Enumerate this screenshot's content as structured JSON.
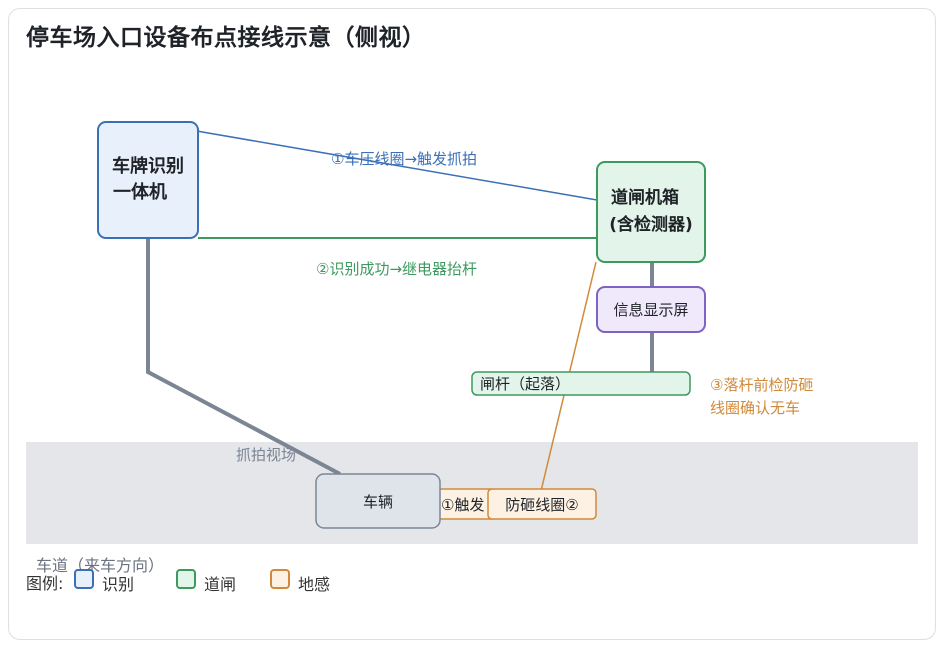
{
  "title": "停车场入口设备布点接线示意（侧视）",
  "road_label": "车道（来车方向）",
  "nodes": {
    "camera": {
      "line1": "车牌识别",
      "line2": "一体机"
    },
    "gate_box": {
      "line1": "道闸机箱",
      "line2": "(含检测器)"
    },
    "display": {
      "label": "信息显示屏"
    },
    "barrier": {
      "label": "闸杆（起落）"
    },
    "vehicle": {
      "label": "车辆"
    },
    "loop_trigger": {
      "label": "圈①触发"
    },
    "loop_anti": {
      "label": "防砸线圈②"
    }
  },
  "edges": {
    "trigger": "①车压线圈→触发抓拍",
    "relay": "②识别成功→继电器抬杆",
    "anti_line1": "③落杆前检防砸",
    "anti_line2": "线圈确认无车",
    "capture": "抓拍视场"
  },
  "legend": {
    "label": "图例:",
    "items": [
      {
        "text": "识别",
        "fill": "#e8f0fc",
        "stroke": "#3b6fb6"
      },
      {
        "text": "道闸",
        "fill": "#e3f4ea",
        "stroke": "#3c9a5f"
      },
      {
        "text": "地感",
        "fill": "#fdf1e4",
        "stroke": "#d08a3a"
      }
    ]
  },
  "colors": {
    "blue": "#3b6fb6",
    "green": "#3c9a5f",
    "orange": "#d08a3a",
    "purple": "#7e62c4",
    "gray": "#7b8594",
    "road": "#e4e6ea"
  }
}
